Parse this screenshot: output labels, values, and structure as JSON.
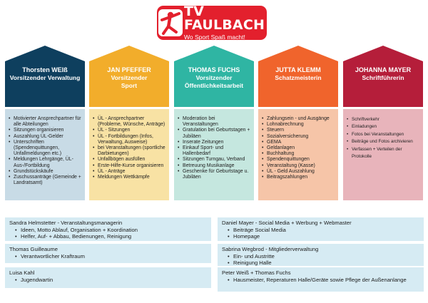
{
  "logo": {
    "title": "TV FAULBACH",
    "subtitle": "Wo Sport Spaß macht!"
  },
  "columns": [
    {
      "name": "Thorsten WEIß",
      "role": "Vorsitzender Verwaltung",
      "head_color": "#0e3f5e",
      "head_text_color": "#ffffff",
      "body_color": "#c8dbe6",
      "items": [
        "Motivierter Ansprechpartner für alle Abteilungen",
        "Sitzungen organisieren",
        "Auszahlung ÜL-Gelder",
        "Unterschriften (Spendenquittungen, Unfallmeldungen etc.)",
        "Meldungen Lehrgänge, ÜL-Aus-/Fortbildung",
        "Grundstückskäufe",
        "Zuschussanträge (Gemeinde + Landratsamt)"
      ]
    },
    {
      "name": "JAN PFEFFER",
      "role": "Vorsitzender Sport",
      "head_color": "#f2ad2b",
      "head_text_color": "#ffffff",
      "body_color": "#f8e2a4",
      "items": [
        "ÜL - Ansprechpartner (Probleme, Wünsche, Anträge)",
        "ÜL - Sitzungen",
        "ÜL - Fortbildungen (Infos, Verwaltung, Ausweise)",
        "bei Veranstaltungen (sportliche Darbietungen)",
        "Unfallbögen ausfüllen",
        "Erste-Hilfe-Kurse organisieren",
        "ÜL - Anträge",
        "Meldungen Wettkämpfe"
      ]
    },
    {
      "name": "THOMAS FUCHS",
      "role": "Vorsitzender Öffentlichkeitsarbeit",
      "head_color": "#2fb5a3",
      "head_text_color": "#ffffff",
      "body_color": "#c5e7df",
      "items": [
        "Moderation bei Veranstaltungen",
        "Gratulation bei Geburtstagen + Jubiläen",
        "Inserate Zeitungen",
        "Einkauf Sport- und Hallenbedarf",
        "Sitzungen Turngau, Verband",
        "Betreuung Musikanlage",
        "Geschenke für Geburtstage u. Jubiläen"
      ]
    },
    {
      "name": "JUTTA KLEMM",
      "role": "Schatzmeisterin",
      "head_color": "#f0642c",
      "head_text_color": "#ffffff",
      "body_color": "#f6c5a8",
      "items": [
        "Zahlungsein - und Ausgänge",
        "Lohnabrechnung",
        "Steuern",
        "Sozialversicherung",
        "GEMA",
        "Geldanlagen",
        "Buchhaltung",
        "Spendenquittungen",
        "Veranstaltung (Kasse)",
        "ÜL - Geld Auszahlung",
        "Beitragszahlungen"
      ]
    },
    {
      "name": "JOHANNA MAYER",
      "role": "Schriftführerin",
      "head_color": "#b51e3a",
      "head_text_color": "#ffffff",
      "body_color": "#e8b4bb",
      "items": [
        "Schriftverkehr",
        "Einladungen",
        "Fotos bei Veranstaltungen",
        "Beiträge und Fotos archivieren",
        "Verfassen + Verteilen der Protokolle"
      ]
    }
  ],
  "boxes_left": [
    {
      "title": "Sandra Helmstetter - Veranstaltungsmanagerin",
      "items": [
        "Ideen, Motto Ablauf, Organisation + Koordination",
        "Helfer, Auf- + Abbau, Bedienungen, Reinigung"
      ]
    },
    {
      "title": "Thomas Guilleaume",
      "items": [
        "Verantwortlicher Kraftraum"
      ]
    },
    {
      "title": "Luisa Kahl",
      "items": [
        "Jugendwartin"
      ]
    }
  ],
  "boxes_right": [
    {
      "title": "Daniel Mayer - Social Media + Werbung + Webmaster",
      "items": [
        "Beiträge Social Media",
        "Homepage"
      ]
    },
    {
      "title": "Sabrina Wegbrod - Mitgliederverwaltung",
      "items": [
        "Ein- und Austritte",
        "Reinigung Halle"
      ]
    },
    {
      "title": "Peter Weiß + Thomas Fuchs",
      "items": [
        "Hausmeister, Reperaturen Halle/Geräte sowie Pflege der Außenanlange"
      ]
    }
  ],
  "colors": {
    "logo_red": "#e3202d",
    "box_blue": "#d6ebf3"
  }
}
